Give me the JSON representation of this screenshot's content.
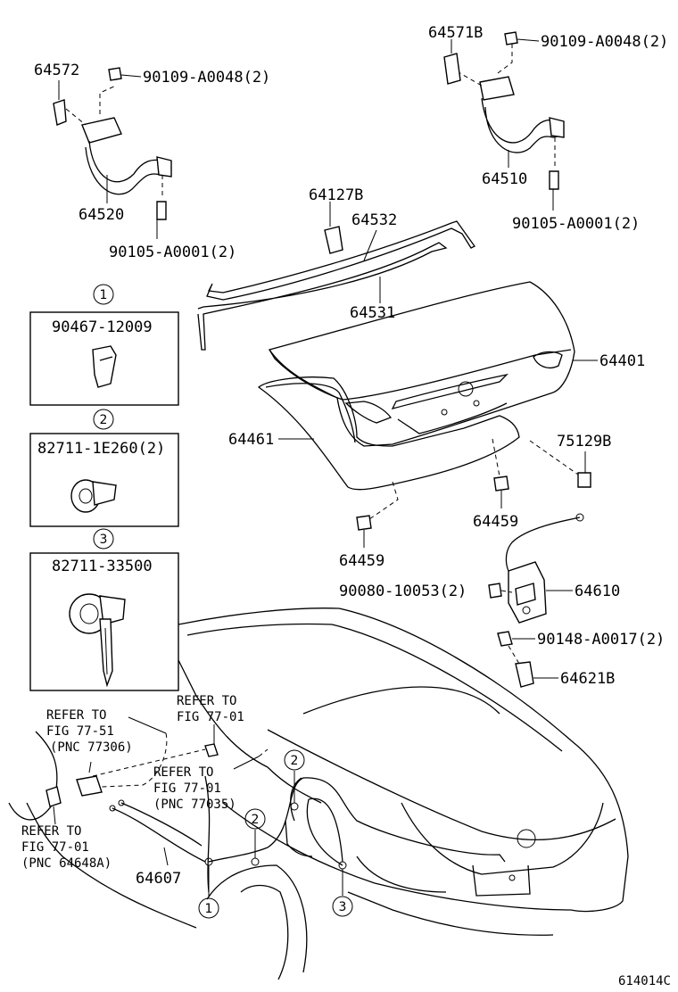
{
  "parts": {
    "p64572": "64572",
    "p90109_left": "90109-A0048(2)",
    "p64520": "64520",
    "p90105_left": "90105-A0001(2)",
    "p64571B": "64571B",
    "p90109_right": "90109-A0048(2)",
    "p64510": "64510",
    "p90105_right": "90105-A0001(2)",
    "p64127B": "64127B",
    "p64532": "64532",
    "p64531": "64531",
    "p64401": "64401",
    "p64461": "64461",
    "p75129B": "75129B",
    "p64459_a": "64459",
    "p64459_b": "64459",
    "p90080": "90080-10053(2)",
    "p64610": "64610",
    "p90148": "90148-A0017(2)",
    "p64621B": "64621B",
    "p64607": "64607"
  },
  "callouts": {
    "c1": "1",
    "c2": "2",
    "c3": "3"
  },
  "boxes": {
    "box1": "90467-12009",
    "box2": "82711-1E260(2)",
    "box3": "82711-33500"
  },
  "refs": {
    "ref_a_l1": "REFER TO",
    "ref_a_l2": "FIG 77-51",
    "ref_a_l3": "(PNC 77306)",
    "ref_b_l1": "REFER TO",
    "ref_b_l2": "FIG 77-01",
    "ref_c_l1": "REFER TO",
    "ref_c_l2": "FIG 77-01",
    "ref_c_l3": "(PNC 77035)",
    "ref_d_l1": "REFER TO",
    "ref_d_l2": "FIG 77-01",
    "ref_d_l3": "(PNC 64648A)"
  },
  "figure_id": "614014C"
}
